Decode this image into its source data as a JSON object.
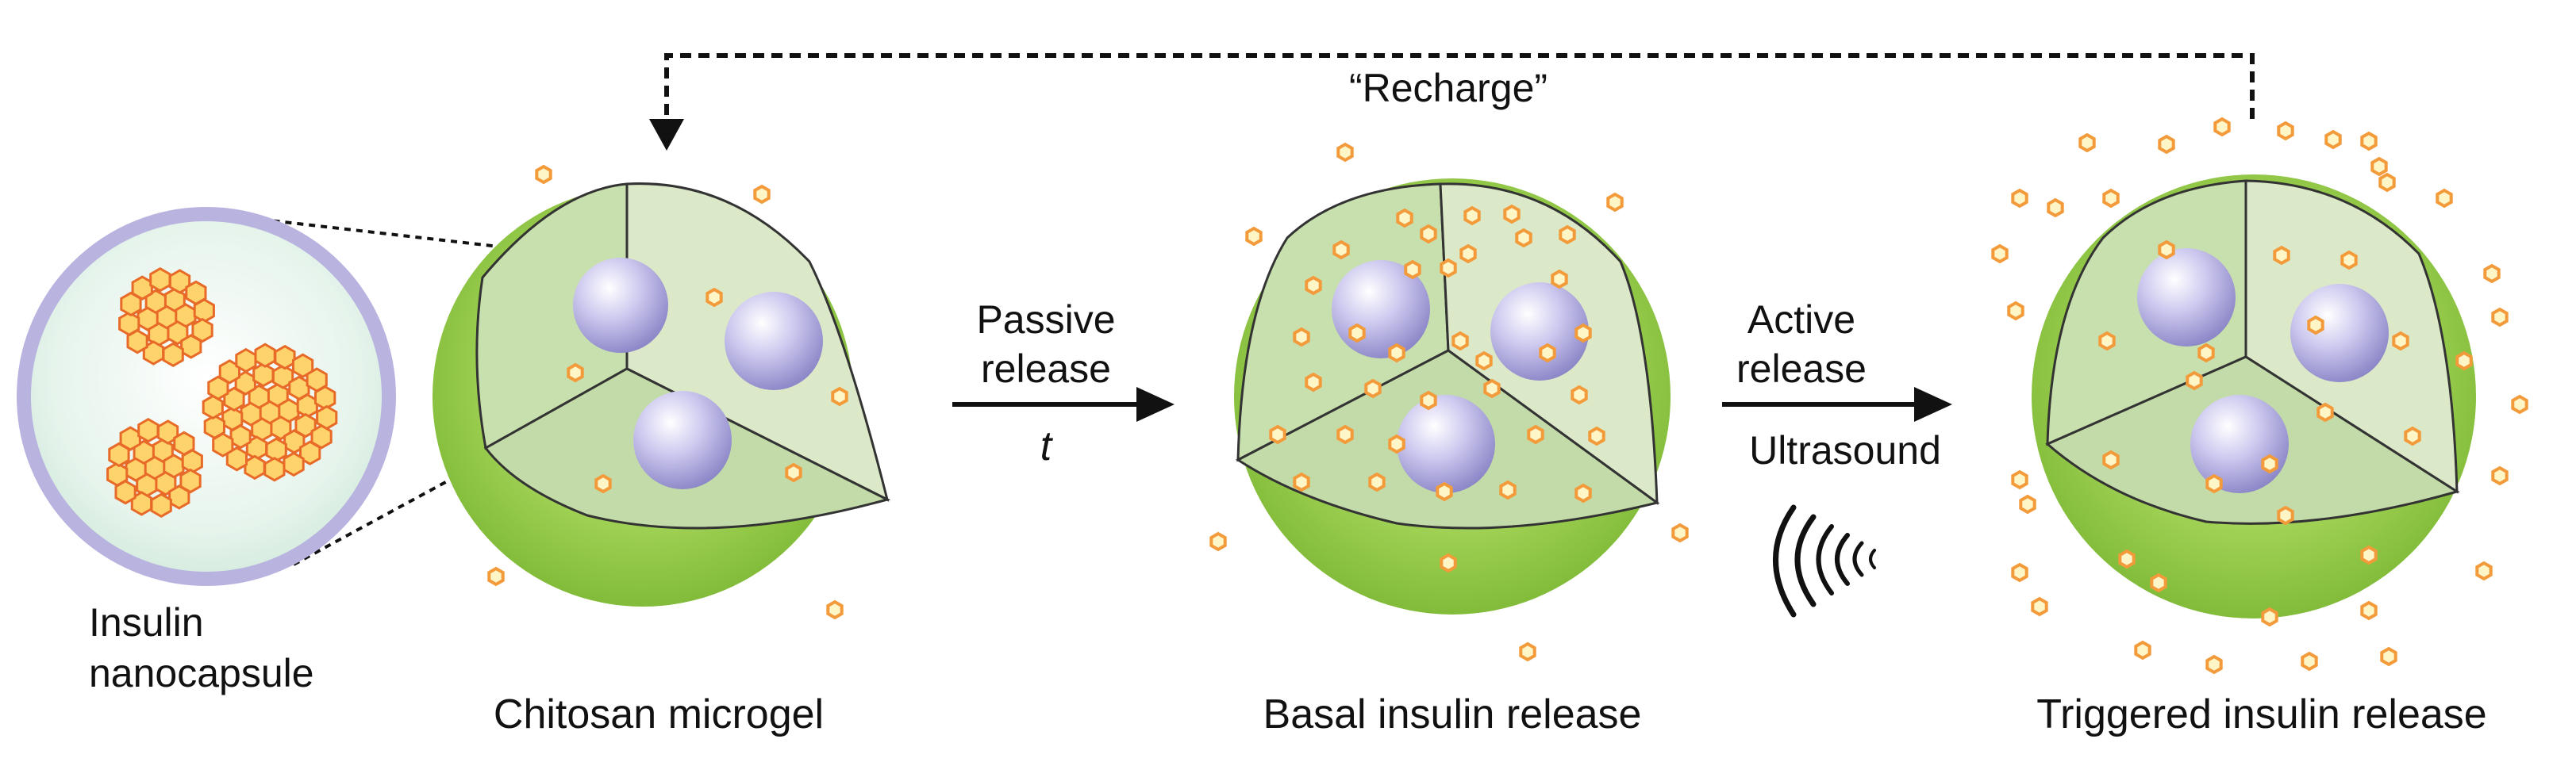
{
  "diagram": {
    "recharge_label": "“Recharge”",
    "nanocapsule_label": [
      "Insulin",
      "nanocapsule"
    ],
    "stage_labels": {
      "microgel": "Chitosan microgel",
      "basal": "Basal insulin release",
      "triggered": "Triggered insulin release"
    },
    "arrows": {
      "passive": [
        "Passive",
        "release",
        "t"
      ],
      "active": [
        "Active",
        "release",
        "Ultrasound"
      ]
    },
    "colors": {
      "microgel_green": "#8cc63f",
      "wedge_fill": "#cfe3b8",
      "nanocapsule_lavender": "#c6c2ea",
      "insulin_orange": "#f39a3a",
      "insulin_core": "#fff6c8"
    },
    "icons": [
      "ultrasound-wave-icon",
      "insulin-dot-icon",
      "nanocapsule-sphere-icon"
    ]
  }
}
